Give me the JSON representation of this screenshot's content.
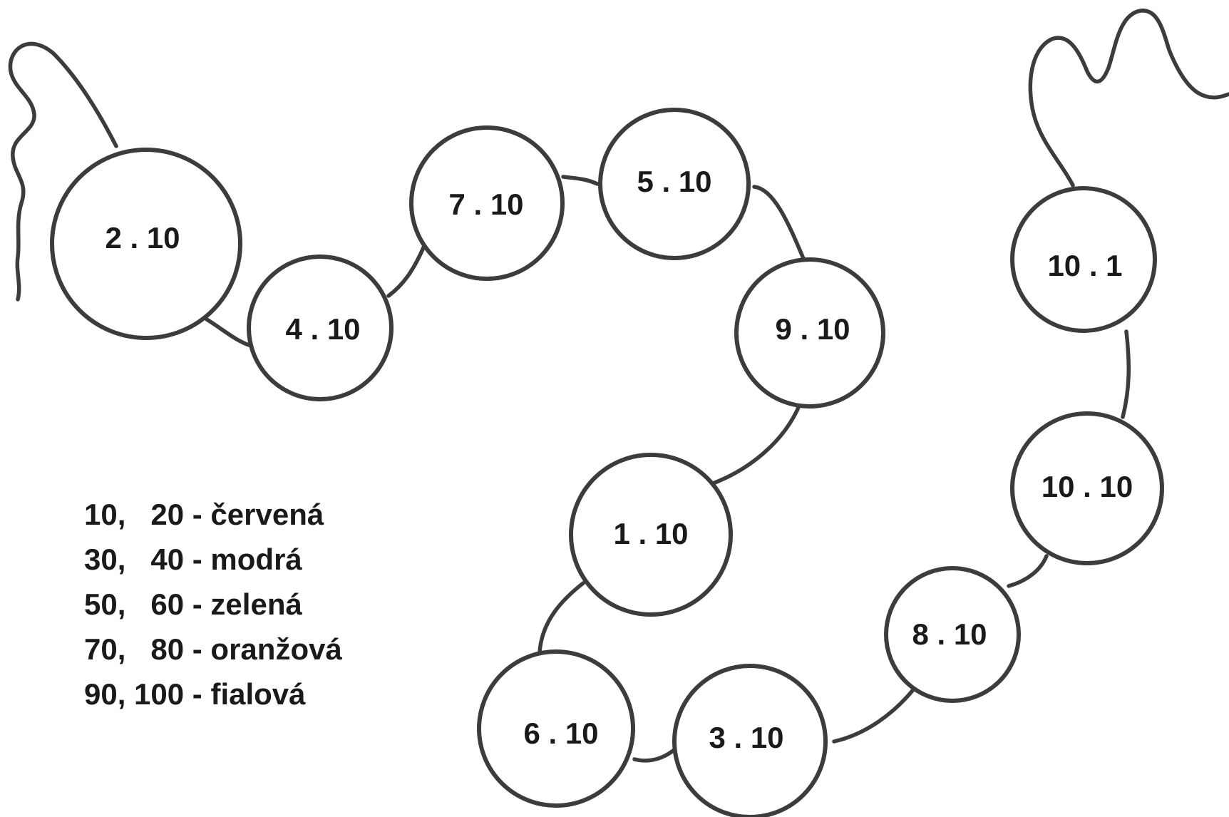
{
  "beads": [
    {
      "label": "2 . 10"
    },
    {
      "label": "4 . 10"
    },
    {
      "label": "7 . 10"
    },
    {
      "label": "5 . 10"
    },
    {
      "label": "9 . 10"
    },
    {
      "label": "1 . 10"
    },
    {
      "label": "6 . 10"
    },
    {
      "label": "3 . 10"
    },
    {
      "label": "8 . 10"
    },
    {
      "label": "10 . 10"
    },
    {
      "label": "10 . 1"
    }
  ],
  "legend": [
    {
      "text": "10,   20 - červená"
    },
    {
      "text": "30,   40 - modrá"
    },
    {
      "text": "50,   60 - zelená"
    },
    {
      "text": "70,   80 - oranžová"
    },
    {
      "text": "90, 100 - fialová"
    }
  ]
}
